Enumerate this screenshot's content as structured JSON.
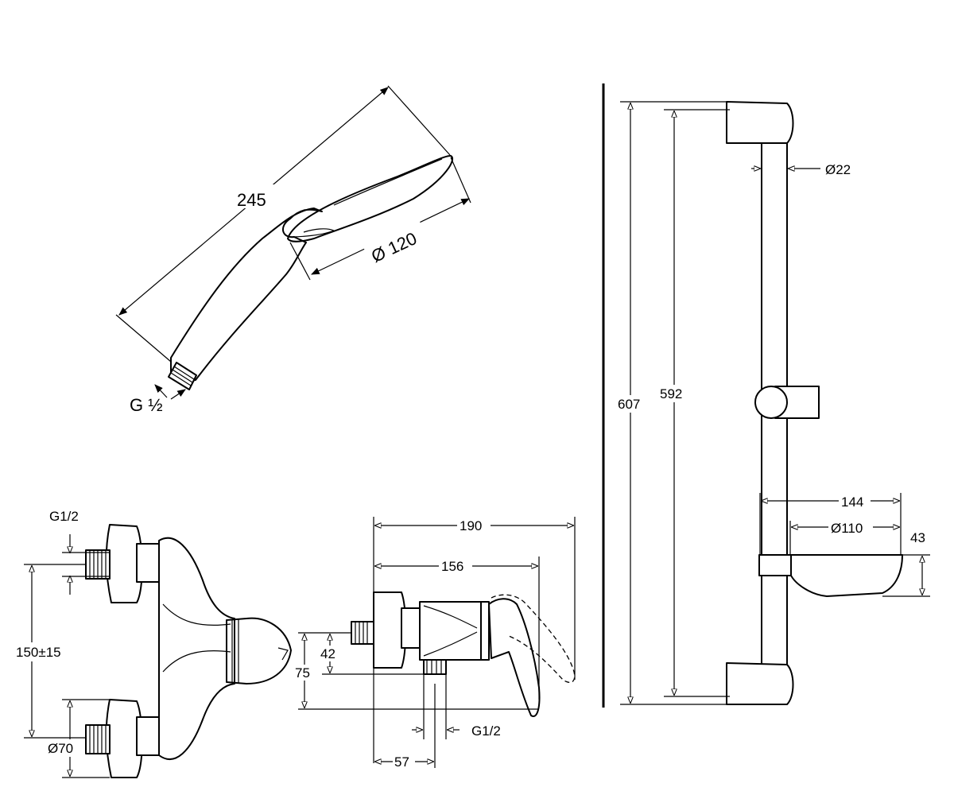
{
  "handshower": {
    "length": "245",
    "head_diameter": "Ø 120",
    "connection": "G ½"
  },
  "mixer": {
    "inlet_thread": "G1/2",
    "center_distance": "150±15",
    "escutcheon_diameter": "Ø70",
    "width_total": "190",
    "width_body": "156",
    "height_outlet": "42",
    "height_total": "75",
    "outlet_thread": "G1/2",
    "outlet_offset": "57"
  },
  "rail": {
    "total_height": "607",
    "mount_distance": "592",
    "rail_diameter": "Ø22",
    "dish_projection": "144",
    "dish_diameter": "Ø110",
    "dish_height": "43"
  }
}
